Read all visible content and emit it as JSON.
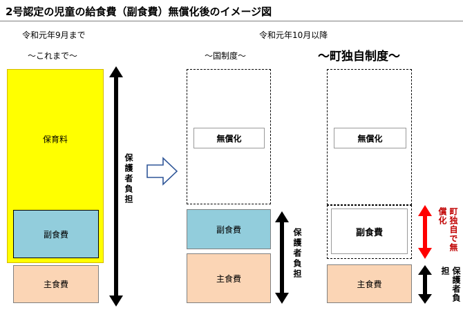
{
  "title": "2号認定の児童の給食費（副食費）無償化後のイメージ図",
  "columns": {
    "before": {
      "period": "令和元年9月まで",
      "subtitle": "～これまで～",
      "tuition_label": "保育料",
      "side_food_label": "副食費",
      "main_food_label": "主食費",
      "burden_label": "保護者負担"
    },
    "national": {
      "period": "令和元年10月以降",
      "subtitle": "～国制度～",
      "free_label": "無償化",
      "side_food_label": "副食費",
      "main_food_label": "主食費",
      "burden_label": "保護者負担"
    },
    "town": {
      "subtitle": "～町独自制度～",
      "free_label": "無償化",
      "side_food_label": "副食費",
      "main_food_label": "主食費",
      "town_free_label": "町独自で無償化",
      "burden_label": "保護者負担"
    }
  },
  "colors": {
    "tuition_fill": "#ffff00",
    "tuition_border": "#e0c000",
    "side_food_fill": "#92cddc",
    "main_food_fill": "#fbd5b5",
    "free_text": "#c00000",
    "town_arrow": "#ff0000"
  },
  "icons": [
    "right-outline-arrow-icon",
    "double-headed-arrow-icon"
  ]
}
